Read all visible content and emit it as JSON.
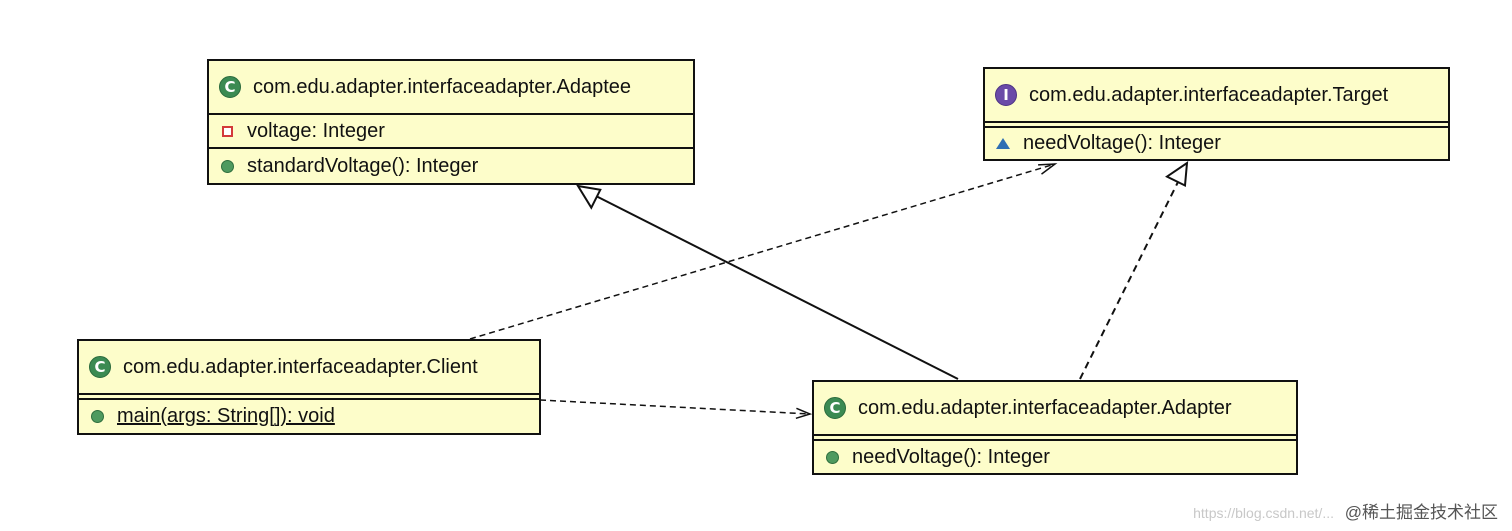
{
  "classes": {
    "adaptee": {
      "kind": "C",
      "name": "com.edu.adapter.interfaceadapter.Adaptee",
      "field": "voltage: Integer",
      "method": "standardVoltage(): Integer"
    },
    "target": {
      "kind": "I",
      "name": "com.edu.adapter.interfaceadapter.Target",
      "method": "needVoltage(): Integer"
    },
    "client": {
      "kind": "C",
      "name": "com.edu.adapter.interfaceadapter.Client",
      "method": "main(args: String[]): void"
    },
    "adapter": {
      "kind": "C",
      "name": "com.edu.adapter.interfaceadapter.Adapter",
      "method": "needVoltage(): Integer"
    }
  },
  "relations": [
    {
      "from": "adapter",
      "to": "adaptee",
      "type": "generalization"
    },
    {
      "from": "adapter",
      "to": "target",
      "type": "realization"
    },
    {
      "from": "client",
      "to": "target",
      "type": "dependency"
    },
    {
      "from": "client",
      "to": "adapter",
      "type": "dependency"
    }
  ],
  "watermark": {
    "faint_text": "https://blog.csdn.net/...",
    "text": "@稀土掘金技术社区"
  }
}
